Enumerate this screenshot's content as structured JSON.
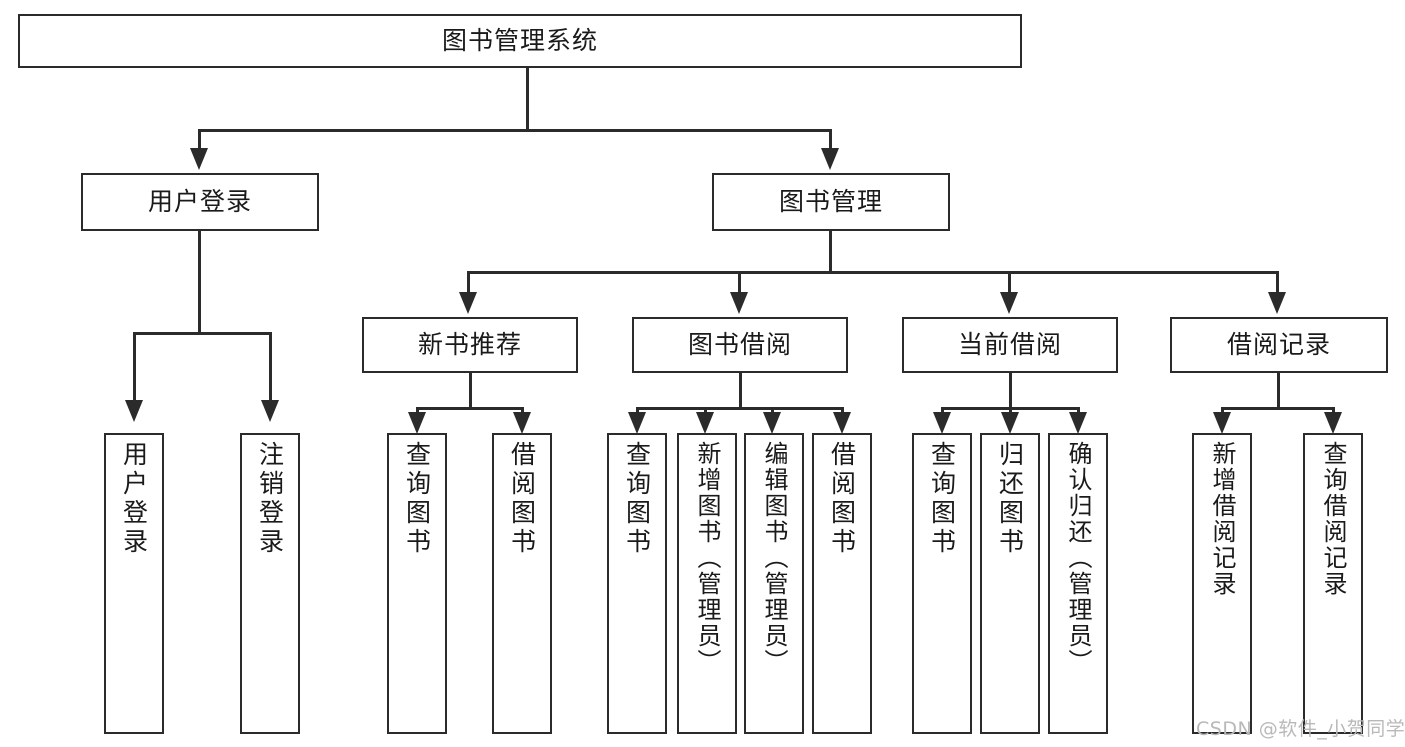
{
  "diagram": {
    "title": "图书管理系统",
    "type": "tree-hierarchy-chart",
    "root": {
      "label": "图书管理系统"
    },
    "level2": [
      {
        "label": "用户登录"
      },
      {
        "label": "图书管理"
      }
    ],
    "level3": [
      {
        "label": "新书推荐"
      },
      {
        "label": "图书借阅"
      },
      {
        "label": "当前借阅"
      },
      {
        "label": "借阅记录"
      }
    ],
    "leaves": {
      "user_login": [
        {
          "label": "用户登录"
        },
        {
          "label": "注销登录"
        }
      ],
      "new_book_recommend": [
        {
          "label": "查询图书"
        },
        {
          "label": "借阅图书"
        }
      ],
      "book_borrow": [
        {
          "label": "查询图书"
        },
        {
          "label": "新增图书（管理员）"
        },
        {
          "label": "编辑图书（管理员）"
        },
        {
          "label": "借阅图书"
        }
      ],
      "current_borrow": [
        {
          "label": "查询图书"
        },
        {
          "label": "归还图书"
        },
        {
          "label": "确认归还（管理员）"
        }
      ],
      "borrow_record": [
        {
          "label": "新增借阅记录"
        },
        {
          "label": "查询借阅记录"
        }
      ]
    }
  },
  "watermark": {
    "text": "CSDN @软件_小贺同学"
  },
  "colors": {
    "stroke": "#2b2b2b",
    "background": "#ffffff",
    "text": "#1a1a1a",
    "watermark": "#b9b9b9"
  }
}
